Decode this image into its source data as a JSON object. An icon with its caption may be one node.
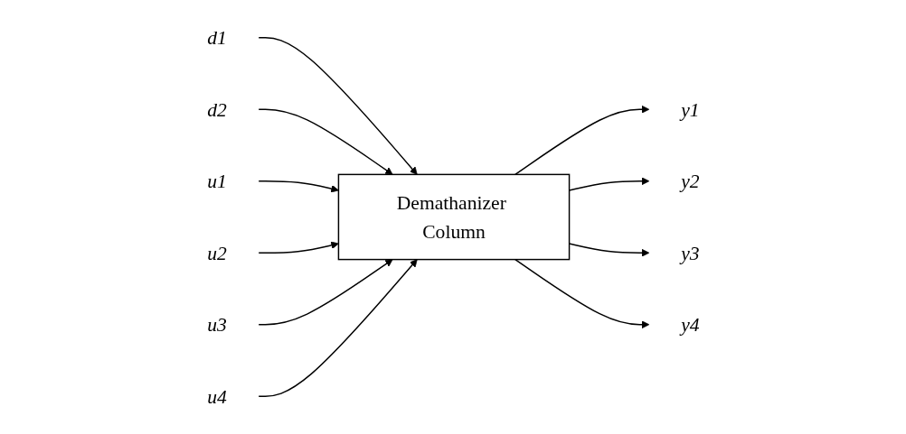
{
  "diagram": {
    "nodes": [
      {
        "text": [
          "d1"
        ]
      },
      {
        "text": [
          "d2"
        ]
      },
      {
        "text": [
          "u1"
        ]
      },
      {
        "text": [
          "u2"
        ]
      },
      {
        "text": [
          "u3"
        ]
      },
      {
        "text": [
          "u4"
        ]
      },
      {
        "text": [
          "Demathanizer Column"
        ]
      },
      {
        "text": [
          "y1"
        ]
      },
      {
        "text": [
          "y2"
        ]
      },
      {
        "text": [
          "y3"
        ]
      },
      {
        "text": [
          "y4"
        ]
      }
    ],
    "edges": [
      {
        "from": 0,
        "to": 6,
        "arrow": "to"
      },
      {
        "from": 1,
        "to": 6,
        "arrow": "to"
      },
      {
        "from": 2,
        "to": 6,
        "arrow": "to"
      },
      {
        "from": 3,
        "to": 6,
        "arrow": "to"
      },
      {
        "from": 4,
        "to": 6,
        "arrow": "to"
      },
      {
        "from": 5,
        "to": 6,
        "arrow": "to"
      },
      {
        "from": 6,
        "to": 7,
        "arrow": "to"
      },
      {
        "from": 6,
        "to": 8,
        "arrow": "to"
      },
      {
        "from": 6,
        "to": 9,
        "arrow": "to"
      },
      {
        "from": 6,
        "to": 10,
        "arrow": "to"
      }
    ]
  }
}
